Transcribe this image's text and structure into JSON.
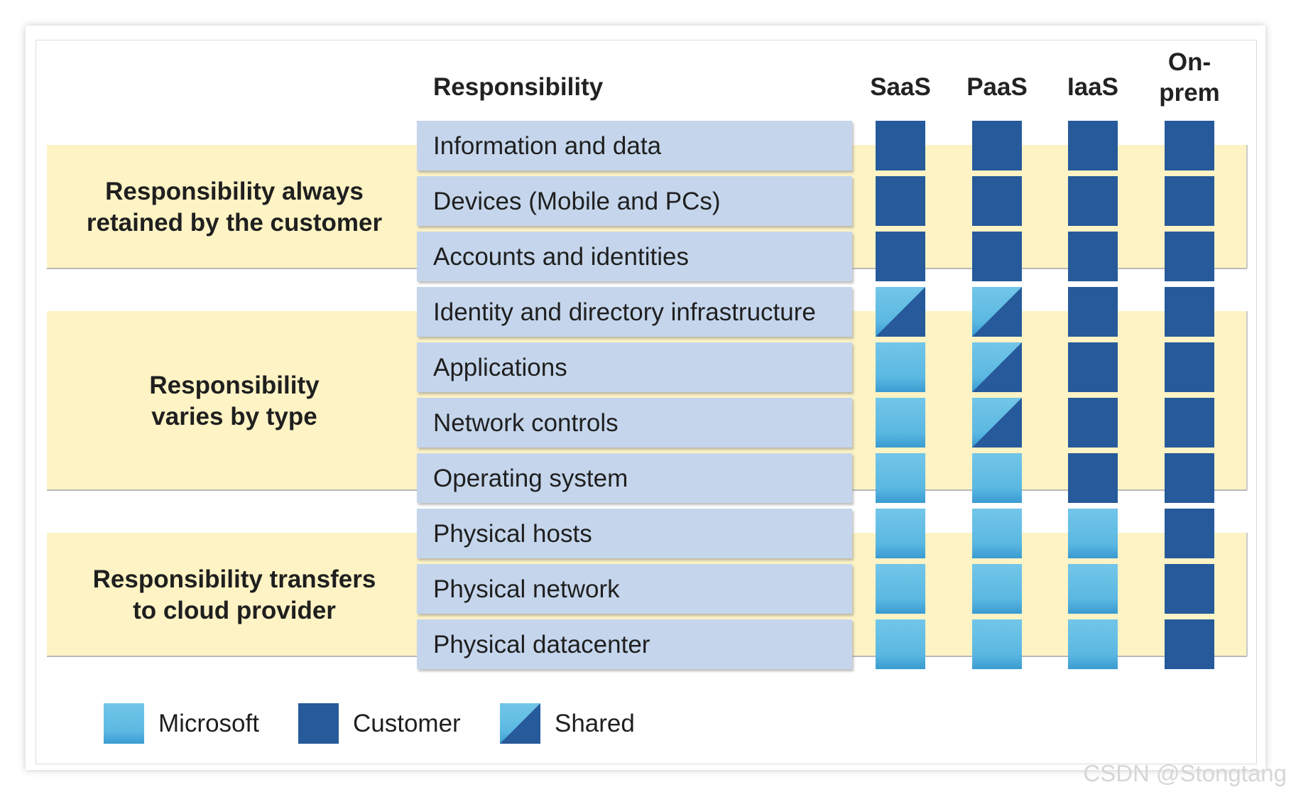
{
  "header": {
    "responsibility": "Responsibility",
    "columns": [
      "SaaS",
      "PaaS",
      "IaaS",
      "On-prem"
    ]
  },
  "bands": [
    {
      "label_lines": [
        "Responsibility always",
        "retained by the customer"
      ],
      "rows": [
        0,
        1,
        2
      ]
    },
    {
      "label_lines": [
        "Responsibility",
        "varies by type"
      ],
      "rows": [
        3,
        4,
        5,
        6
      ]
    },
    {
      "label_lines": [
        "Responsibility transfers",
        "to cloud provider"
      ],
      "rows": [
        7,
        8,
        9
      ]
    }
  ],
  "rows": [
    {
      "label": "Information and data",
      "cells": [
        "customer",
        "customer",
        "customer",
        "customer"
      ]
    },
    {
      "label": "Devices (Mobile and PCs)",
      "cells": [
        "customer",
        "customer",
        "customer",
        "customer"
      ]
    },
    {
      "label": "Accounts and identities",
      "cells": [
        "customer",
        "customer",
        "customer",
        "customer"
      ]
    },
    {
      "label": "Identity and directory infrastructure",
      "cells": [
        "shared",
        "shared",
        "customer",
        "customer"
      ]
    },
    {
      "label": "Applications",
      "cells": [
        "microsoft",
        "shared",
        "customer",
        "customer"
      ]
    },
    {
      "label": "Network controls",
      "cells": [
        "microsoft",
        "shared",
        "customer",
        "customer"
      ]
    },
    {
      "label": "Operating system",
      "cells": [
        "microsoft",
        "microsoft",
        "customer",
        "customer"
      ]
    },
    {
      "label": "Physical hosts",
      "cells": [
        "microsoft",
        "microsoft",
        "microsoft",
        "customer"
      ]
    },
    {
      "label": "Physical network",
      "cells": [
        "microsoft",
        "microsoft",
        "microsoft",
        "customer"
      ]
    },
    {
      "label": "Physical datacenter",
      "cells": [
        "microsoft",
        "microsoft",
        "microsoft",
        "customer"
      ]
    }
  ],
  "legend": [
    {
      "key": "microsoft",
      "label": "Microsoft"
    },
    {
      "key": "customer",
      "label": "Customer"
    },
    {
      "key": "shared",
      "label": "Shared"
    }
  ],
  "colors": {
    "band": "#fdf3c4",
    "row_box": "#c5d6ec",
    "customer": "#265a9a",
    "microsoft_top": "#6dc3e6",
    "microsoft_bottom": "#3a9fd2"
  },
  "watermark": "CSDN @Stongtang"
}
